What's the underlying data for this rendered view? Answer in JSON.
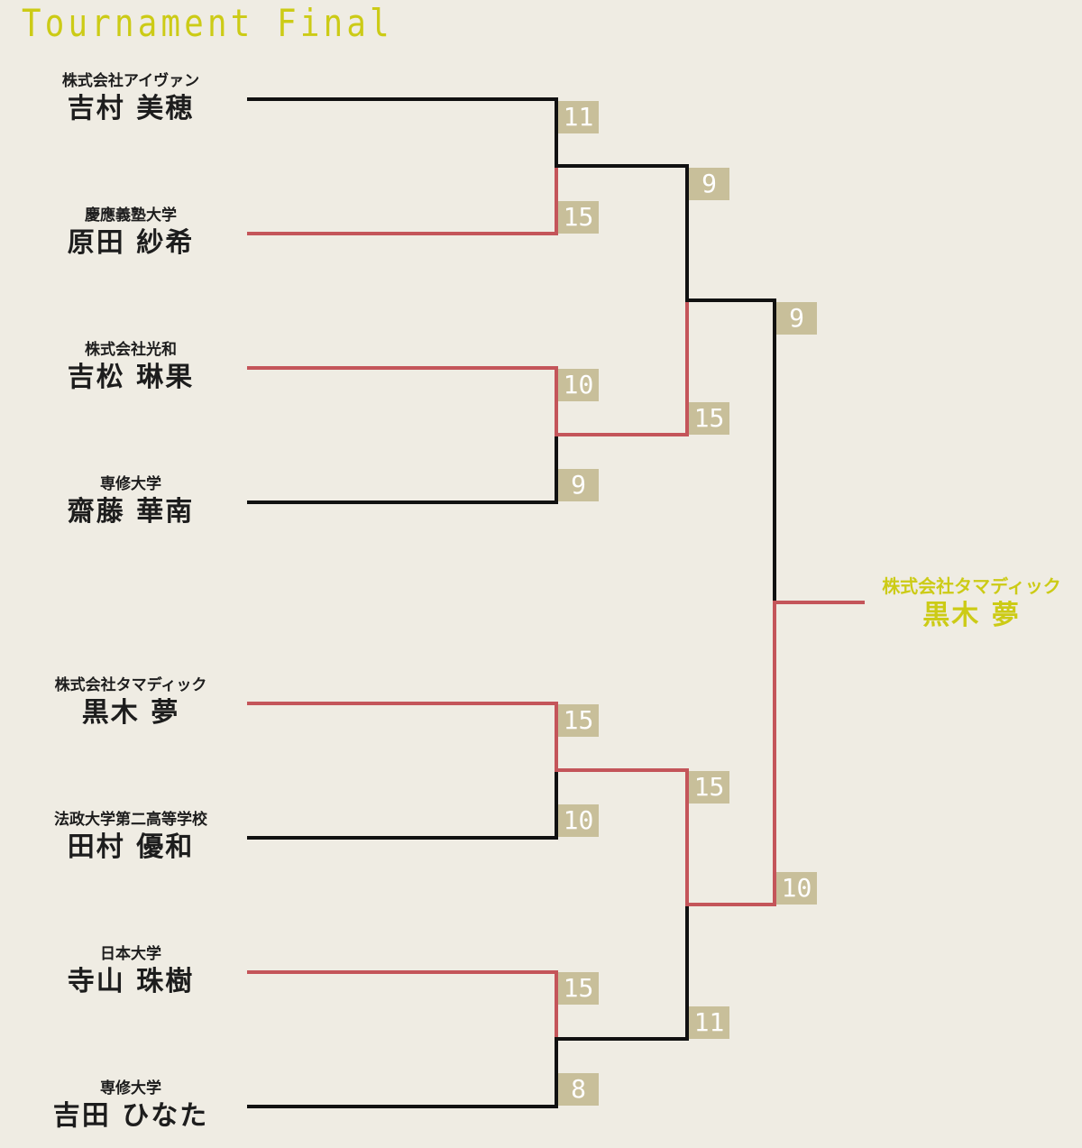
{
  "title": "Tournament Final",
  "players": [
    {
      "org": "株式会社アイヴァン",
      "name": "吉村 美穂"
    },
    {
      "org": "慶應義塾大学",
      "name": "原田 紗希"
    },
    {
      "org": "株式会社光和",
      "name": "吉松 琳果"
    },
    {
      "org": "専修大学",
      "name": "齋藤 華南"
    },
    {
      "org": "株式会社タマディック",
      "name": "黒木 夢"
    },
    {
      "org": "法政大学第二高等学校",
      "name": "田村 優和"
    },
    {
      "org": "日本大学",
      "name": "寺山 珠樹"
    },
    {
      "org": "専修大学",
      "name": "吉田 ひなた"
    }
  ],
  "scores": {
    "r1": [
      "11",
      "15",
      "10",
      "9",
      "15",
      "10",
      "15",
      "8"
    ],
    "r2": [
      "9",
      "15",
      "15",
      "11"
    ],
    "r3": [
      "9",
      "10"
    ]
  },
  "champion": {
    "org": "株式会社タマディック",
    "name": "黒木 夢"
  },
  "colors": {
    "win_line": "#c4555a",
    "lose_line": "#111111",
    "score_bg": "#c8bf9a",
    "accent": "#cccb16"
  }
}
